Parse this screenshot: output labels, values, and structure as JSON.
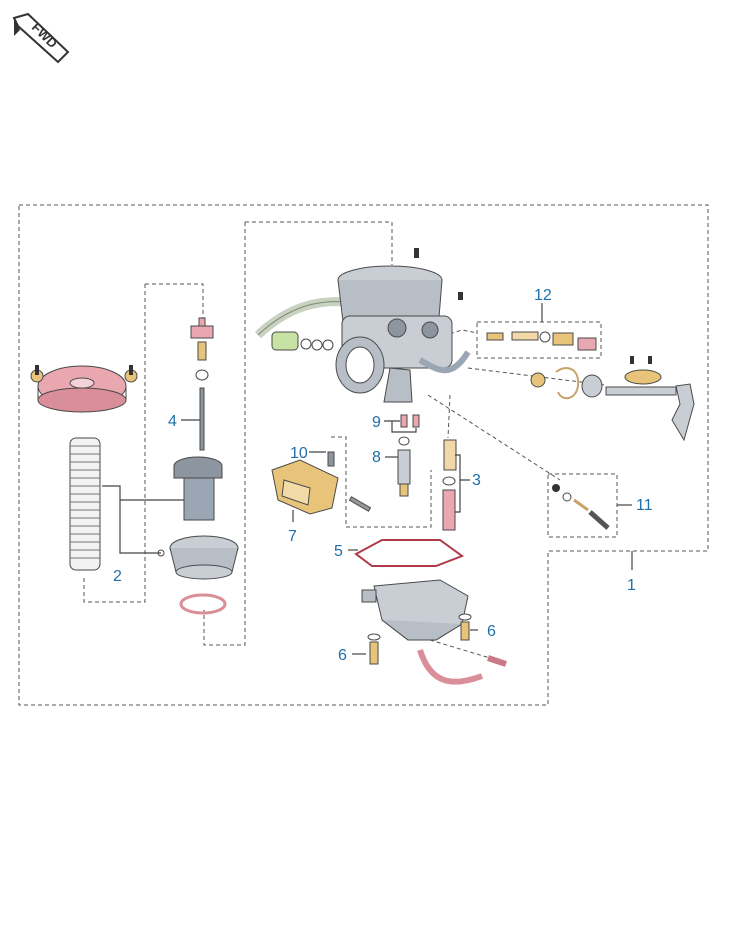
{
  "diagram": {
    "fwd_label": "FWD",
    "callouts": {
      "c1": "1",
      "c2": "2",
      "c3": "3",
      "c4": "4",
      "c5": "5",
      "c6a": "6",
      "c6b": "6",
      "c7": "7",
      "c8": "8",
      "c9": "9",
      "c10": "10",
      "c11": "11",
      "c12": "12"
    },
    "colors": {
      "outline": "#4a4a4a",
      "metal": "#c9ced4",
      "metal_dark": "#8d96a0",
      "pink": "#e9a7b0",
      "gold": "#e8c47a",
      "green": "#c6e3a3",
      "callout": "#1f6fa8"
    }
  }
}
